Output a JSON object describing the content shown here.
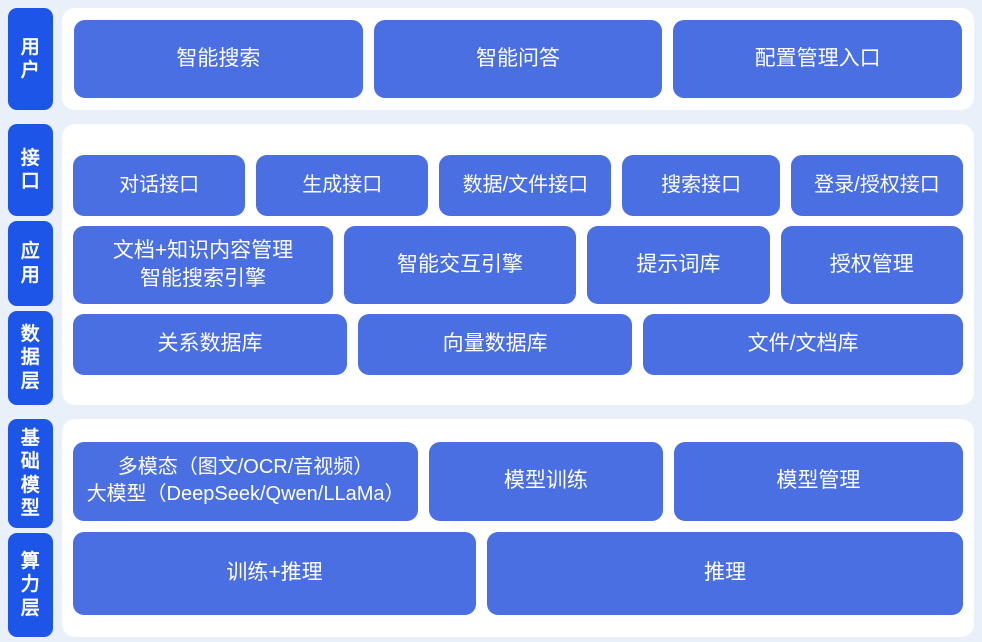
{
  "colors": {
    "page_background": "#e9f0fa",
    "card_background": "#ffffff",
    "chip_blue": "#1d55e8",
    "box_blue": "#4a6fe3",
    "text_on_blue": "#ffffff"
  },
  "sections": [
    {
      "id": "user",
      "chips": [
        "用户"
      ],
      "rows": [
        {
          "id": "user-entries",
          "boxes": [
            "智能搜索",
            "智能问答",
            "配置管理入口"
          ]
        }
      ]
    },
    {
      "id": "platform",
      "chips": [
        "接口",
        "应用",
        "数据层"
      ],
      "rows": [
        {
          "id": "interface",
          "boxes": [
            "对话接口",
            "生成接口",
            "数据/文件接口",
            "搜索接口",
            "登录/授权接口"
          ]
        },
        {
          "id": "application",
          "boxes": [
            "文档+知识内容管理\n智能搜索引擎",
            "智能交互引擎",
            "提示词库",
            "授权管理"
          ]
        },
        {
          "id": "data",
          "boxes": [
            "关系数据库",
            "向量数据库",
            "文件/文档库"
          ]
        }
      ]
    },
    {
      "id": "foundation",
      "chips": [
        "基础模型",
        "算力层"
      ],
      "rows": [
        {
          "id": "models",
          "boxes": [
            "多模态（图文/OCR/音视频）\n大模型（DeepSeek/Qwen/LLaMa）",
            "模型训练",
            "模型管理"
          ]
        },
        {
          "id": "compute",
          "boxes": [
            "训练+推理",
            "推理"
          ]
        }
      ]
    }
  ]
}
